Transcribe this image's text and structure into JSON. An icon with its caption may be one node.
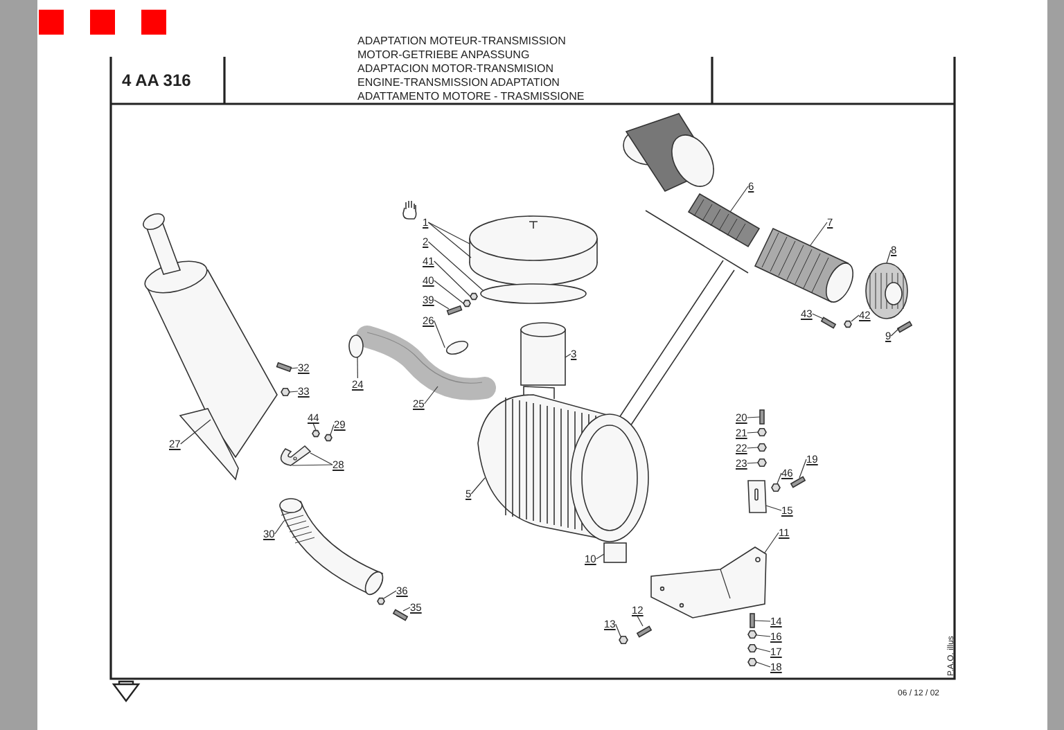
{
  "diagram": {
    "nodes": [
      {
        "text": [
          "6"
        ]
      },
      {
        "text": [
          "1"
        ]
      },
      {
        "text": [
          "7"
        ]
      },
      {
        "text": [
          "2"
        ]
      },
      {
        "text": [
          "8"
        ]
      },
      {
        "text": [
          "41"
        ]
      },
      {
        "text": [
          "40"
        ]
      },
      {
        "text": [
          "43"
        ]
      },
      {
        "text": [
          "39"
        ]
      },
      {
        "text": [
          "26"
        ]
      },
      {
        "text": [
          "42"
        ]
      },
      {
        "text": [
          "9"
        ]
      },
      {
        "text": [
          "3"
        ]
      },
      {
        "text": [
          "32"
        ]
      },
      {
        "text": [
          "24"
        ]
      },
      {
        "text": [
          "33"
        ]
      },
      {
        "text": [
          "25"
        ]
      },
      {
        "text": [
          "44"
        ]
      },
      {
        "text": [
          "20"
        ]
      },
      {
        "text": [
          "29"
        ]
      },
      {
        "text": [
          "21"
        ]
      },
      {
        "text": [
          "22"
        ]
      },
      {
        "text": [
          "23"
        ]
      },
      {
        "text": [
          "19"
        ]
      },
      {
        "text": [
          "27"
        ]
      },
      {
        "text": [
          "46"
        ]
      },
      {
        "text": [
          "28"
        ]
      },
      {
        "text": [
          "5"
        ]
      },
      {
        "text": [
          "15"
        ]
      },
      {
        "text": [
          "11"
        ]
      },
      {
        "text": [
          "30"
        ]
      },
      {
        "text": [
          "10"
        ]
      },
      {
        "text": [
          "36"
        ]
      },
      {
        "text": [
          "35"
        ]
      },
      {
        "text": [
          "12"
        ]
      },
      {
        "text": [
          "13"
        ]
      },
      {
        "text": [
          "14"
        ]
      },
      {
        "text": [
          "16"
        ]
      },
      {
        "text": [
          "17"
        ]
      },
      {
        "text": [
          "18"
        ]
      },
      {
        "text": [],
        "shape": "picture"
      },
      {
        "text": [],
        "shape": "picture"
      },
      {
        "text": [],
        "shape": "picture"
      },
      {
        "text": [],
        "shape": "ellipse"
      },
      {
        "text": [],
        "shape": "picture"
      },
      {
        "text": [],
        "shape": "hexagon"
      },
      {
        "text": [],
        "shape": "hexagon"
      },
      {
        "text": [],
        "shape": "bar"
      },
      {
        "text": [],
        "shape": "bar"
      },
      {
        "text": [],
        "shape": "picture"
      },
      {
        "text": [],
        "shape": "hexagon"
      },
      {
        "text": [],
        "shape": "bar"
      },
      {
        "text": [],
        "shape": "cylinder"
      },
      {
        "text": [],
        "shape": "bar"
      },
      {
        "text": [],
        "shape": "ellipse"
      },
      {
        "text": [],
        "shape": "hexagon"
      },
      {
        "text": [],
        "shape": "ellipse",
        "in": 49
      },
      {
        "text": [],
        "shape": "hexagon"
      },
      {
        "text": [],
        "shape": "bar"
      },
      {
        "text": [],
        "shape": "hexagon"
      },
      {
        "text": [],
        "shape": "hexagon"
      },
      {
        "text": [],
        "shape": "hexagon"
      },
      {
        "text": [],
        "shape": "hexagon"
      },
      {
        "text": [],
        "shape": "bar"
      },
      {
        "text": [],
        "shape": "picture"
      },
      {
        "text": [],
        "shape": "hexagon"
      },
      {
        "text": [],
        "shape": "picture"
      },
      {
        "text": [],
        "shape": "picture"
      },
      {
        "text": [],
        "shape": "picture"
      },
      {
        "text": [],
        "shape": "picture"
      },
      {
        "text": [],
        "shape": "picture"
      },
      {
        "text": [],
        "shape": "box"
      },
      {
        "text": [],
        "shape": "hexagon"
      },
      {
        "text": [],
        "shape": "bar"
      },
      {
        "text": [],
        "shape": "bar"
      },
      {
        "text": [],
        "shape": "hexagon"
      },
      {
        "text": [],
        "shape": "bar"
      },
      {
        "text": [],
        "shape": "hexagon"
      },
      {
        "text": [],
        "shape": "hexagon"
      },
      {
        "text": [],
        "shape": "hexagon"
      }
    ],
    "edges": [
      {
        "from": 0,
        "to": 40,
        "arrow": "none"
      },
      {
        "from": 1,
        "to": 41,
        "arrow": "none"
      },
      {
        "from": 1,
        "to": 41,
        "arrow": "none"
      },
      {
        "from": 2,
        "to": 42,
        "arrow": "none"
      },
      {
        "from": 3,
        "to": 43,
        "arrow": "none"
      },
      {
        "from": 4,
        "to": 44,
        "arrow": "none"
      },
      {
        "from": 5,
        "to": 45,
        "arrow": "none"
      },
      {
        "from": 6,
        "to": 46,
        "arrow": "none"
      },
      {
        "from": 7,
        "to": 47,
        "arrow": "none"
      },
      {
        "from": 8,
        "to": 48,
        "arrow": "none"
      },
      {
        "from": 9,
        "to": 56,
        "arrow": "none"
      },
      {
        "from": 10,
        "to": 50,
        "arrow": "none"
      },
      {
        "from": 11,
        "to": 51,
        "arrow": "none"
      },
      {
        "from": 12,
        "to": 52,
        "arrow": "none"
      },
      {
        "from": 13,
        "to": 53,
        "arrow": "none"
      },
      {
        "from": 14,
        "to": 54,
        "arrow": "none"
      },
      {
        "from": 15,
        "to": 55,
        "arrow": "none"
      },
      {
        "from": 16,
        "to": 49,
        "arrow": "none"
      },
      {
        "from": 17,
        "to": 57,
        "arrow": "none"
      },
      {
        "from": 18,
        "to": 58,
        "arrow": "none"
      },
      {
        "from": 19,
        "to": 59,
        "arrow": "none"
      },
      {
        "from": 20,
        "to": 60,
        "arrow": "none"
      },
      {
        "from": 21,
        "to": 61,
        "arrow": "none"
      },
      {
        "from": 22,
        "to": 62,
        "arrow": "none"
      },
      {
        "from": 23,
        "to": 63,
        "arrow": "none"
      },
      {
        "from": 24,
        "to": 64,
        "arrow": "none"
      },
      {
        "from": 25,
        "to": 65,
        "arrow": "none"
      },
      {
        "from": 26,
        "to": 66,
        "arrow": "none"
      },
      {
        "from": 26,
        "to": 66,
        "arrow": "none"
      },
      {
        "from": 27,
        "to": 67,
        "arrow": "none"
      },
      {
        "from": 28,
        "to": 68,
        "arrow": "none"
      },
      {
        "from": 29,
        "to": 69,
        "arrow": "none"
      },
      {
        "from": 30,
        "to": 70,
        "arrow": "none"
      },
      {
        "from": 31,
        "to": 71,
        "arrow": "none"
      },
      {
        "from": 32,
        "to": 72,
        "arrow": "none"
      },
      {
        "from": 33,
        "to": 73,
        "arrow": "none"
      },
      {
        "from": 34,
        "to": 74,
        "arrow": "none"
      },
      {
        "from": 35,
        "to": 75,
        "arrow": "none"
      },
      {
        "from": 36,
        "to": 76,
        "arrow": "none"
      },
      {
        "from": 37,
        "to": 77,
        "arrow": "none"
      },
      {
        "from": 38,
        "to": 78,
        "arrow": "none"
      },
      {
        "from": 39,
        "to": 79,
        "arrow": "none"
      }
    ],
    "labels": [
      "ADAPTATION MOTEUR-TRANSMISSION",
      "MOTOR-GETRIEBE ANPASSUNG",
      "ADAPTACION MOTOR-TRANSMISION",
      "ENGINE-TRANSMISSION ADAPTATION",
      "ADATTAMENTO MOTORE - TRASMISSIONE",
      "4 AA 316",
      "06 / 12 / 02",
      "P.A.O. illus"
    ]
  }
}
